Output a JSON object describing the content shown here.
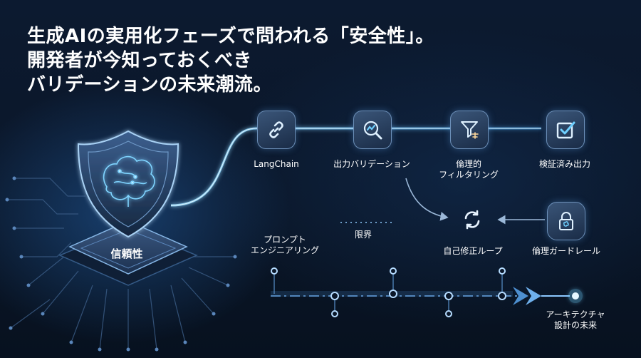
{
  "title": {
    "line1": "生成AIの実用化フェーズで問われる「安全性」。",
    "line2": "開発者が今知っておくべき",
    "line3": "バリデーションの未来潮流。"
  },
  "chip": {
    "label": "信頼性"
  },
  "nodes": {
    "langchain": {
      "label": "LangChain",
      "icon": "chain-link-icon"
    },
    "output_validation": {
      "label": "出力バリデーション",
      "icon": "magnifier-chart-icon"
    },
    "ethical_filtering": {
      "line1": "倫理的",
      "line2": "フィルタリング",
      "icon": "funnel-scale-icon"
    },
    "verified_output": {
      "label": "検証済み出力",
      "icon": "checkbox-icon"
    },
    "self_correction": {
      "label": "自己修正ループ",
      "icon": "cycle-arrows-icon"
    },
    "ethics_guardrail": {
      "label": "倫理ガードレール",
      "icon": "padlock-brain-icon"
    }
  },
  "prompt_eng": {
    "line1": "プロンプト",
    "line2": "エンジニアリング"
  },
  "limit": {
    "label": "限界"
  },
  "future": {
    "line1": "アーキテクチャ",
    "line2": "設計の未来"
  },
  "colors": {
    "accent": "#4fb3ff",
    "background": "#0a1628",
    "node_border": "#6c8fb8"
  }
}
